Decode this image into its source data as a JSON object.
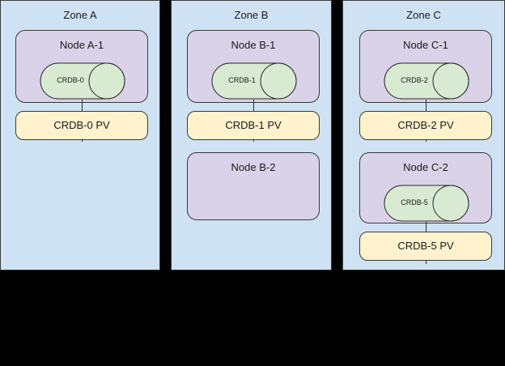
{
  "colors": {
    "background": "#000000",
    "zone_fill": "#cfe2f3",
    "node_fill": "#d9d2e9",
    "pv_fill": "#fff2cc",
    "cylinder_fill": "#d9ead3",
    "stroke": "#3a3a3a",
    "text": "#1a1a1a"
  },
  "zones": [
    {
      "label": "Zone A",
      "nodes": [
        {
          "label": "Node A-1",
          "cylinder": {
            "label": "CRDB-0"
          },
          "pv": {
            "label": "CRDB-0 PV"
          }
        }
      ]
    },
    {
      "label": "Zone B",
      "nodes": [
        {
          "label": "Node B-1",
          "cylinder": {
            "label": "CRDB-1"
          },
          "pv": {
            "label": "CRDB-1 PV"
          }
        },
        {
          "label": "Node B-2",
          "cylinder": null,
          "pv": null
        }
      ]
    },
    {
      "label": "Zone C",
      "nodes": [
        {
          "label": "Node C-1",
          "cylinder": {
            "label": "CRDB-2"
          },
          "pv": {
            "label": "CRDB-2 PV"
          }
        },
        {
          "label": "Node C-2",
          "cylinder": {
            "label": "CRDB-5"
          },
          "pv": {
            "label": "CRDB-5 PV"
          }
        }
      ]
    }
  ]
}
